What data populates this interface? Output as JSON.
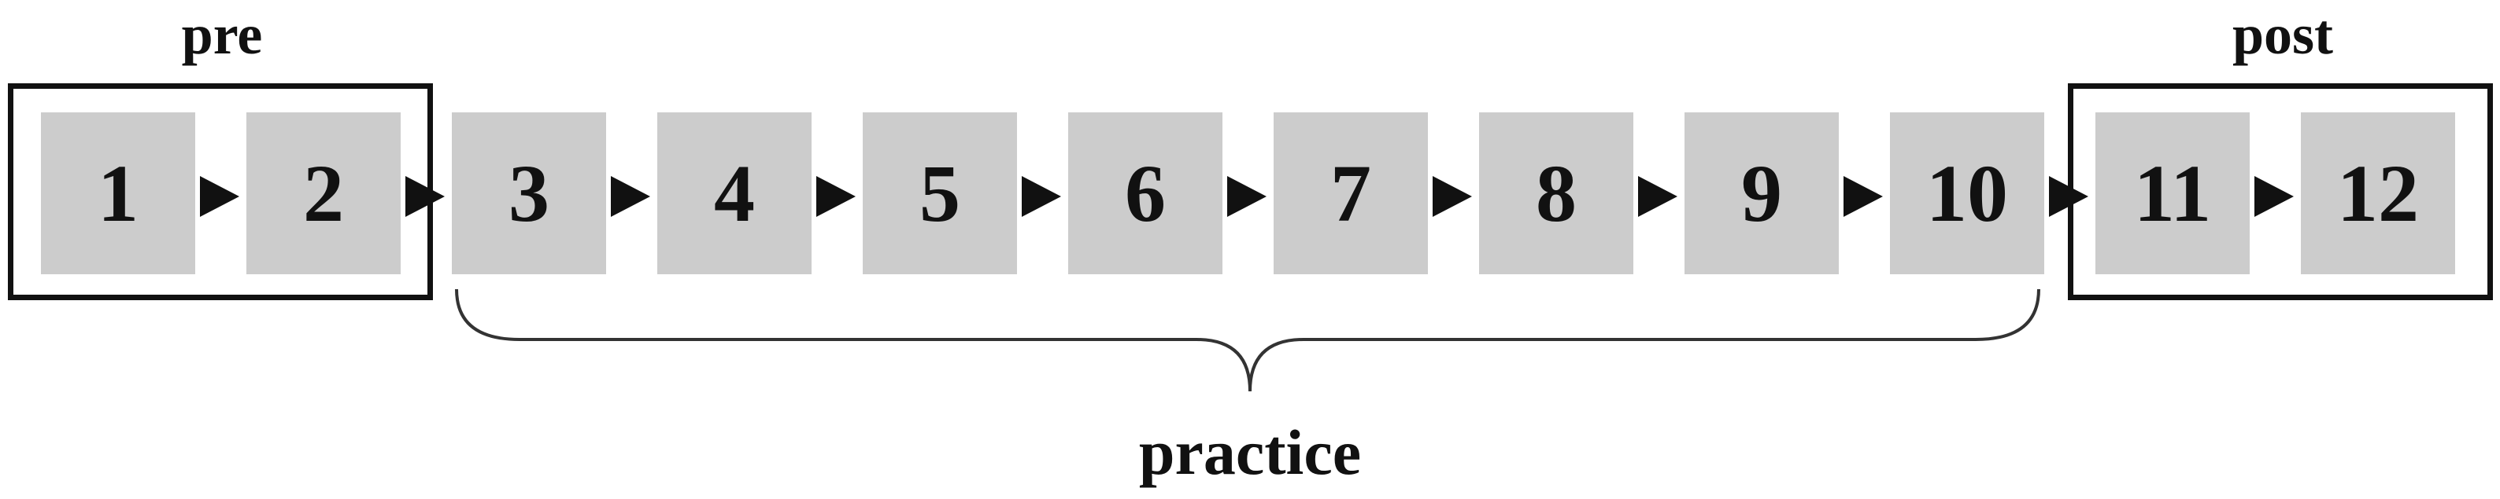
{
  "diagram": {
    "groups": {
      "pre": "pre",
      "post": "post",
      "practice": "practice"
    },
    "steps": [
      "1",
      "2",
      "3",
      "4",
      "5",
      "6",
      "7",
      "8",
      "9",
      "10",
      "11",
      "12"
    ]
  }
}
